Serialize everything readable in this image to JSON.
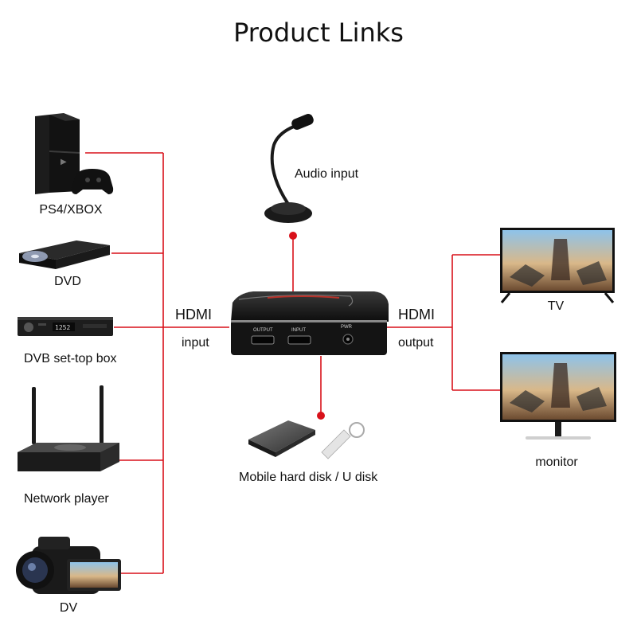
{
  "title": "Product Links",
  "inputs": {
    "ps4": "PS4/XBOX",
    "dvd": "DVD",
    "dvb": "DVB set-top box",
    "network": "Network player",
    "dv": "DV"
  },
  "hdmi_in": {
    "top": "HDMI",
    "bottom": "input"
  },
  "hdmi_out": {
    "top": "HDMI",
    "bottom": "output"
  },
  "audio": "Audio input",
  "storage": "Mobile hard disk / U disk",
  "outputs": {
    "tv": "TV",
    "monitor": "monitor"
  },
  "device_ports": {
    "output": "OUTPUT",
    "input": "INPUT",
    "pwr": "PWR"
  },
  "dvb_display": "1252",
  "colors": {
    "wire": "#d8111a",
    "device": "#1b1b1b",
    "accent": "#c0392b"
  }
}
